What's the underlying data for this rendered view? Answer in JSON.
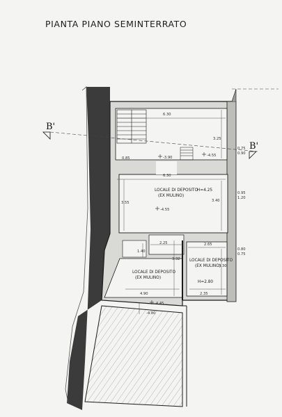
{
  "page": {
    "title": "PIANTA PIANO SEMINTERRATO"
  },
  "section_marks": {
    "left": "B'",
    "right": "B'"
  },
  "rooms": {
    "main": {
      "name": "LOCALE DI DEPOSITO",
      "note": "(EX MULINO)",
      "height": "H=4.25"
    },
    "lower_left": {
      "name": "LOCALE DI DEPOSITO",
      "note": "(EX MULINO)"
    },
    "lower_right": {
      "name": "LOCALE DI DEPOSITO",
      "note": "(EX MULINO)",
      "height": "H=2.80"
    }
  },
  "dimensions": {
    "top_width": "6.30",
    "top_height": "3.25",
    "mid_width": "6.30",
    "left_small": "0.85",
    "level_a": "-3.90",
    "level_b": "-4.55",
    "right_a": "0.75",
    "right_b": "0.90",
    "main_left": "3.55",
    "main_right": "3.40",
    "main_level": "-4.55",
    "right_c": "0.95",
    "right_d": "1.20",
    "corridor": "2.25",
    "left_vert": "1.40",
    "mid_vert": "3.32",
    "lr_width": "2.65",
    "lr_height": "3.30",
    "right_e": "0.80",
    "right_f": "0.75",
    "bottom_left_w": "4.90",
    "bottom_right_w": "2.35",
    "bottom_level_a": "-4.45",
    "bottom_level_b": "-4.80"
  }
}
